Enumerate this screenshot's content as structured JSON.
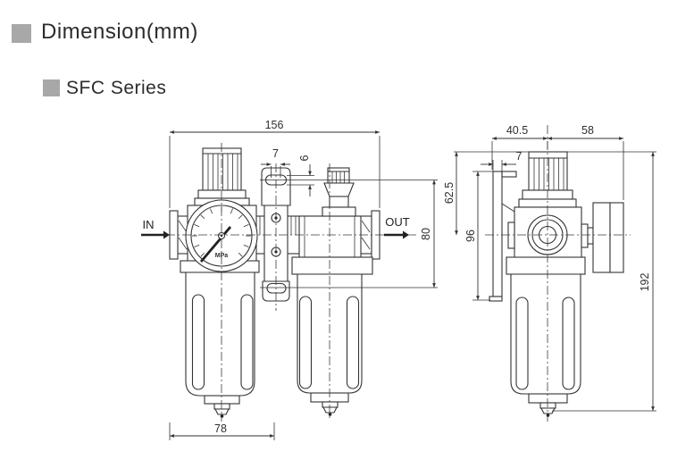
{
  "page": {
    "title": "Dimension(mm)",
    "series": "SFC Series"
  },
  "colors": {
    "background": "#ffffff",
    "line": "#333333",
    "heading_text": "#2c2c2c",
    "bullet": "#a8a8a8"
  },
  "front_view": {
    "labels": {
      "in": "IN",
      "out": "OUT",
      "gauge_unit": "MPa"
    },
    "dims": {
      "width": "156",
      "slot_width": "7",
      "slot_height": "6",
      "mounting_pitch": "80",
      "body_width": "78"
    }
  },
  "side_view": {
    "dims": {
      "depth_left": "40.5",
      "depth_right": "58",
      "bracket_thickness": "7",
      "top_to_center": "62.5",
      "bracket_height": "96",
      "overall_height": "192"
    }
  }
}
